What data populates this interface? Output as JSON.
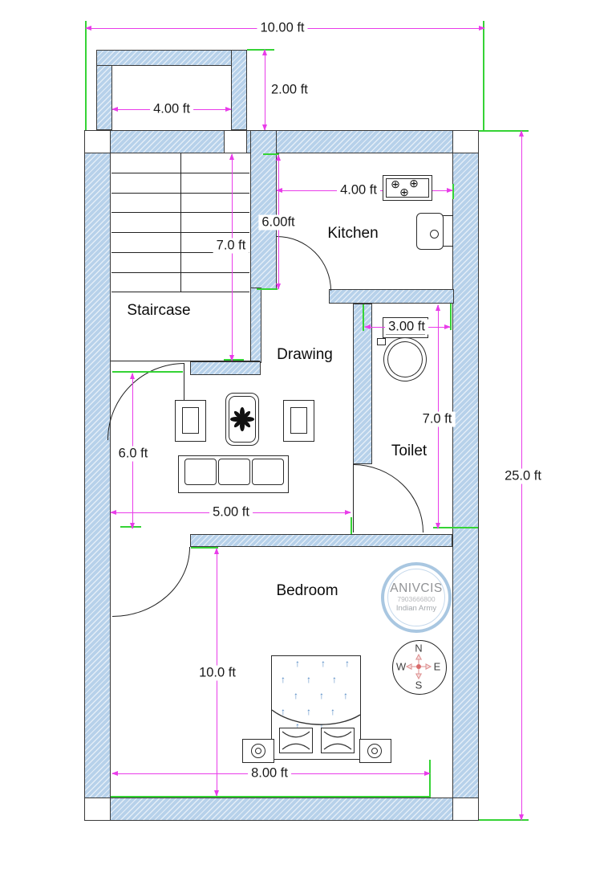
{
  "rooms": {
    "staircase": "Staircase",
    "kitchen": "Kitchen",
    "drawing": "Drawing",
    "toilet": "Toilet",
    "bedroom": "Bedroom"
  },
  "dims": {
    "overall_width": "10.00 ft",
    "porch_depth": "2.00 ft",
    "porch_width": "4.00 ft",
    "kitchen_width": "4.00 ft",
    "kitchen_depth": "6.00ft",
    "staircase_run": "7.0 ft",
    "toilet_width": "3.00 ft",
    "toilet_depth": "7.0 ft",
    "drawing_depth": "6.0 ft",
    "drawing_width": "5.00 ft",
    "overall_depth": "25.0 ft",
    "bedroom_depth": "10.0 ft",
    "bedroom_width": "8.00 ft"
  },
  "logo": {
    "name": "ANIVCIS",
    "phone": "7903666800",
    "tagline": "Indian Army"
  },
  "compass": {
    "n": "N",
    "e": "E",
    "s": "S",
    "w": "W"
  },
  "glyphs": {
    "burner": "⊕",
    "bed_arrow": "↑"
  },
  "colors": {
    "wall_fill": "#b7d1ea",
    "dimension_line": "#e93ce9",
    "extension_line": "#35d335",
    "wall_outline": "#3a3a3a",
    "logo_ring": "#a9c7e1",
    "bed_arrow": "#4e86c2",
    "compass_arrow": "#dd8f8f"
  }
}
